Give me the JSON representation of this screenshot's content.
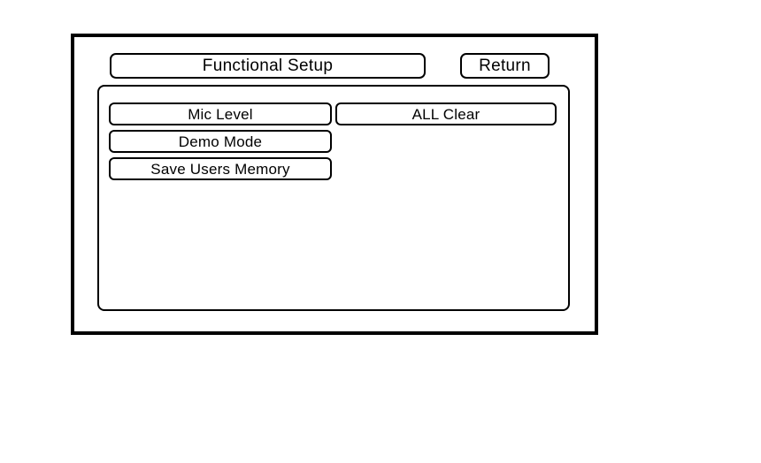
{
  "screen": {
    "name": "functional-setup-screen",
    "background_color": "#ffffff",
    "border_color": "#000000"
  },
  "header": {
    "title": "Functional Setup",
    "return_label": "Return"
  },
  "panel": {
    "left_column": [
      {
        "label": "Mic Level",
        "name": "mic-level"
      },
      {
        "label": "Demo Mode",
        "name": "demo-mode"
      },
      {
        "label": "Save Users Memory",
        "name": "save-users-memory"
      }
    ],
    "right_column": [
      {
        "label": "ALL Clear",
        "name": "all-clear"
      }
    ]
  }
}
